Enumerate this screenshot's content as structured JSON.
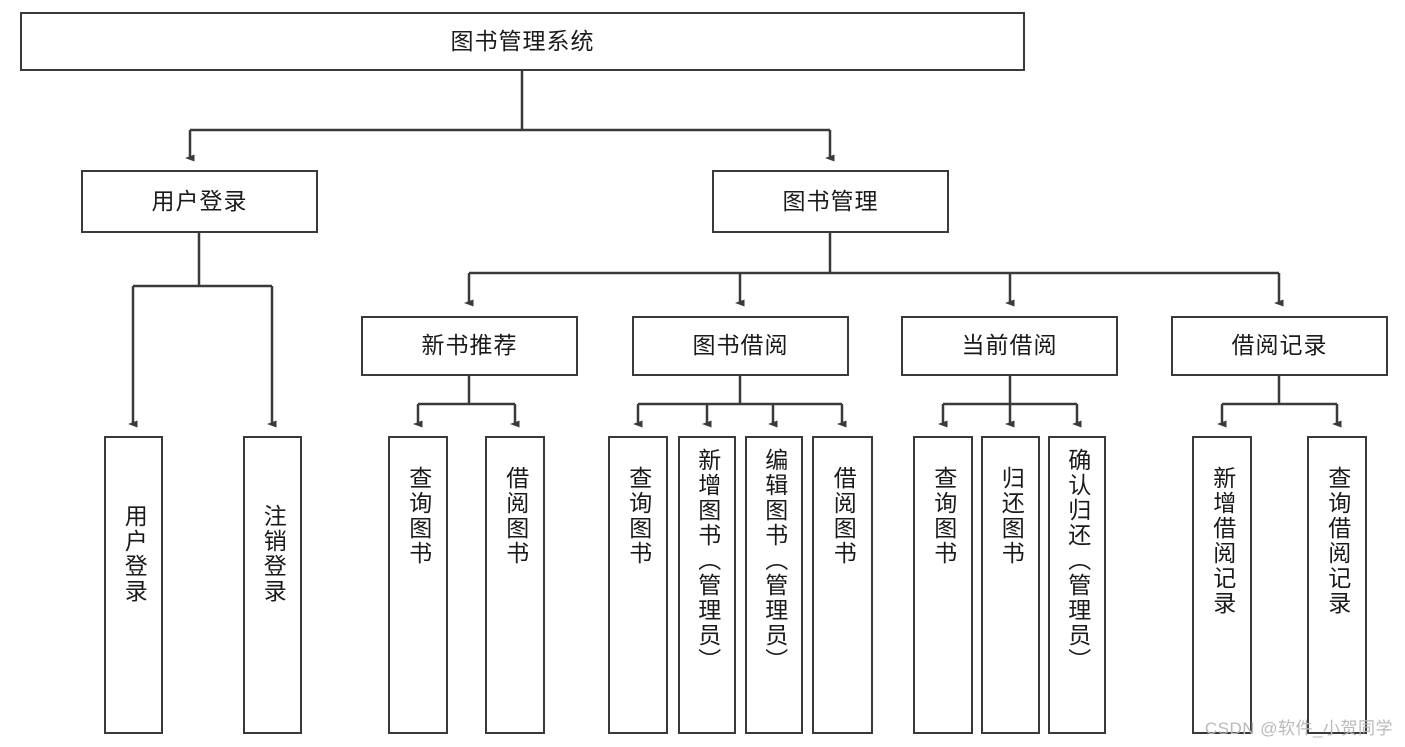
{
  "diagram": {
    "type": "tree",
    "title": "图书管理系统",
    "root": {
      "label": "图书管理系统"
    },
    "level2": [
      {
        "label": "用户登录"
      },
      {
        "label": "图书管理"
      }
    ],
    "level3": [
      {
        "label": "新书推荐"
      },
      {
        "label": "图书借阅"
      },
      {
        "label": "当前借阅"
      },
      {
        "label": "借阅记录"
      }
    ],
    "leaves": {
      "user_login": [
        {
          "label": "用户登录"
        },
        {
          "label": "注销登录"
        }
      ],
      "new_book_recommend": [
        {
          "label": "查询图书"
        },
        {
          "label": "借阅图书"
        }
      ],
      "book_borrow": [
        {
          "label": "查询图书"
        },
        {
          "label": "新增图书（管理员）"
        },
        {
          "label": "编辑图书（管理员）"
        },
        {
          "label": "借阅图书"
        }
      ],
      "current_borrow": [
        {
          "label": "查询图书"
        },
        {
          "label": "归还图书"
        },
        {
          "label": "确认归还（管理员）"
        }
      ],
      "borrow_record": [
        {
          "label": "新增借阅记录"
        },
        {
          "label": "查询借阅记录"
        }
      ]
    },
    "watermark": "CSDN @软件_小贺同学",
    "colors": {
      "stroke": "#3a3a3a",
      "background": "#ffffff",
      "text": "#1a1a1a",
      "watermark": "#b9b9b9"
    }
  }
}
